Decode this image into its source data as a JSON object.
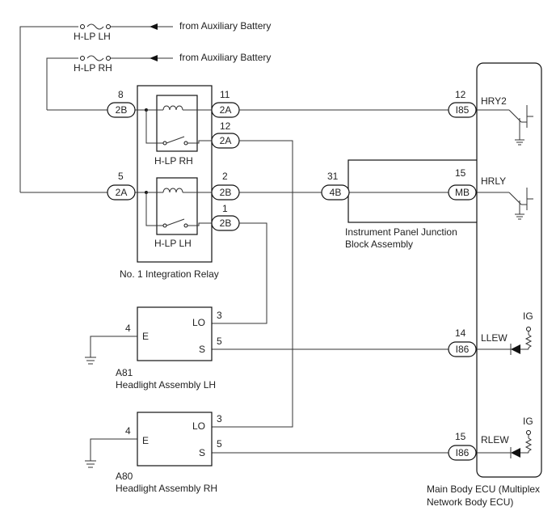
{
  "supply": {
    "fuse_lh": "H-LP LH",
    "fuse_rh": "H-LP RH",
    "source_1": "from Auxiliary Battery",
    "source_2": "from Auxiliary Battery"
  },
  "relay": {
    "caption": "No. 1 Integration Relay",
    "upper_label": "H-LP RH",
    "lower_label": "H-LP LH",
    "pins": {
      "p8": "8",
      "c8": "2B",
      "p5": "5",
      "c5": "2A",
      "p11": "11",
      "c11": "2A",
      "p12": "12",
      "c12": "2A",
      "p2": "2",
      "c2": "2B",
      "p1": "1",
      "c1": "2B"
    }
  },
  "jb": {
    "caption_line1": "Instrument Panel Junction",
    "caption_line2": "Block Assembly",
    "pin_in": "31",
    "conn_in": "4B",
    "pin_out": "15",
    "conn_out": "MB"
  },
  "ecu": {
    "caption_line1": "Main Body ECU (Multiplex",
    "caption_line2": "Network Body ECU)",
    "hry2": {
      "pin": "12",
      "conn": "I85",
      "label": "HRY2"
    },
    "hrly": {
      "label": "HRLY"
    },
    "llew": {
      "pin": "14",
      "conn": "I86",
      "label": "LLEW"
    },
    "rlew": {
      "pin": "15",
      "conn": "I86",
      "label": "RLEW"
    },
    "ig_1": "IG",
    "ig_2": "IG"
  },
  "lh": {
    "id": "A81",
    "name": "Headlight Assembly LH",
    "e_label": "E",
    "lo_label": "LO",
    "s_label": "S",
    "e_pin": "4",
    "lo_pin": "3",
    "s_pin": "5"
  },
  "rh": {
    "id": "A80",
    "name": "Headlight Assembly RH",
    "e_label": "E",
    "lo_label": "LO",
    "s_label": "S",
    "e_pin": "4",
    "lo_pin": "3",
    "s_pin": "5"
  }
}
